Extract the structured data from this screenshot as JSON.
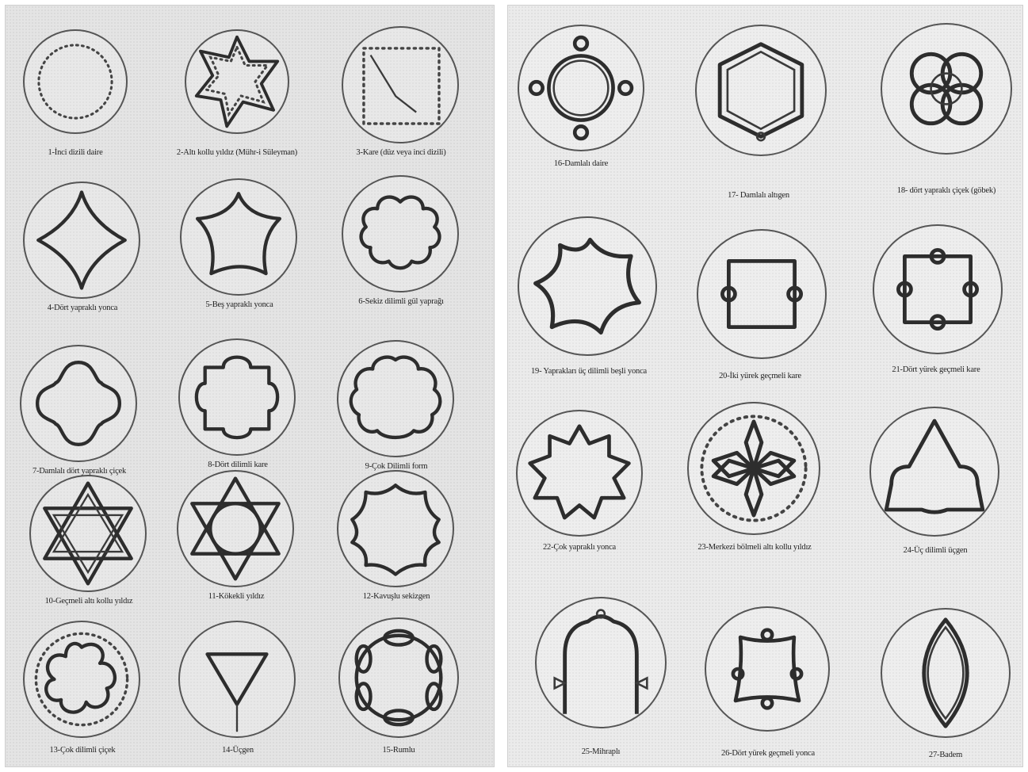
{
  "left_page": {
    "motifs": [
      {
        "caption": "1-İnci dizili daire",
        "icon": "dotted-circle"
      },
      {
        "caption": "2-Altı kollu yıldız (Mühr-i Süleyman)",
        "icon": "six-pointed-star"
      },
      {
        "caption": "3-Kare (düz veya inci dizili)",
        "icon": "dotted-square"
      },
      {
        "caption": "4-Dört yapraklı yonca",
        "icon": "four-leaf-clover"
      },
      {
        "caption": "5-Beş yapraklı yonca",
        "icon": "five-leaf-clover"
      },
      {
        "caption": "6-Sekiz dilimli gül yaprağı",
        "icon": "eight-lobed-rose"
      },
      {
        "caption": "7-Damlalı dört yapraklı çiçek",
        "icon": "four-petal-flower"
      },
      {
        "caption": "8-Dört dilimli kare",
        "icon": "four-lobed-square"
      },
      {
        "caption": "9-Çok Dilimli form",
        "icon": "multi-lobed-form"
      },
      {
        "caption": "10-Geçmeli altı kollu yıldız",
        "icon": "interlaced-star"
      },
      {
        "caption": "11-Kökekli yıldız",
        "icon": "hexagram"
      },
      {
        "caption": "12-Kavuşlu sekizgen",
        "icon": "arched-octagon"
      },
      {
        "caption": "13-Çok dilimli çiçek",
        "icon": "multi-lobed-flower"
      },
      {
        "caption": "14-Üçgen",
        "icon": "triangle"
      },
      {
        "caption": "15-Rumlu",
        "icon": "rumi-ring"
      }
    ]
  },
  "right_page": {
    "motifs": [
      {
        "caption": "16-Damlalı daire",
        "icon": "drop-circle"
      },
      {
        "caption": "17- Damlalı altıgen",
        "icon": "drop-hexagon"
      },
      {
        "caption": "18- dört yapraklı çiçek (göbek)",
        "icon": "four-petal-rosette"
      },
      {
        "caption": "19- Yaprakları üç dilimli beşli yonca",
        "icon": "five-leaf-trefoil"
      },
      {
        "caption": "20-İki yürek geçmeli kare",
        "icon": "two-heart-square"
      },
      {
        "caption": "21-Dört yürek geçmeli kare",
        "icon": "four-heart-square"
      },
      {
        "caption": "22-Çok yapraklı yonca",
        "icon": "multi-leaf-clover"
      },
      {
        "caption": "23-Merkezi bölmeli altı kollu yıldız",
        "icon": "six-rhombus-star"
      },
      {
        "caption": "24-Üç dilimli üçgen",
        "icon": "three-lobed-triangle"
      },
      {
        "caption": "25-Mihraplı",
        "icon": "mihrab-arch"
      },
      {
        "caption": "26-Dört yürek geçmeli yonca",
        "icon": "four-heart-clover"
      },
      {
        "caption": "27-Badem",
        "icon": "almond"
      }
    ]
  }
}
